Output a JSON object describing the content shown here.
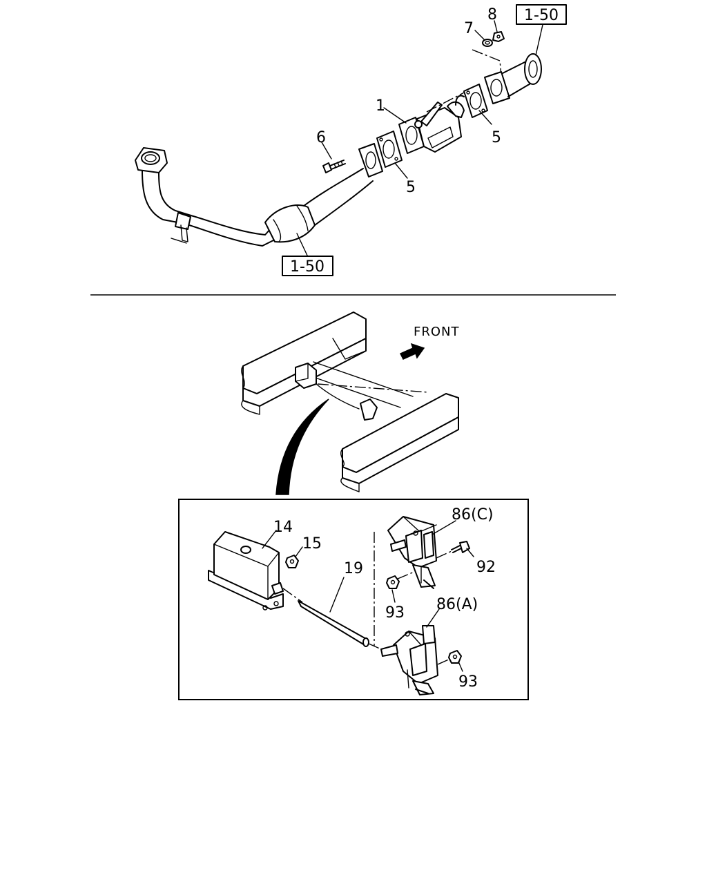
{
  "top_diagram": {
    "ref_box_upper": "1-50",
    "ref_box_lower": "1-50",
    "labels": {
      "part_1": "1",
      "part_5a": "5",
      "part_5b": "5",
      "part_6": "6",
      "part_7": "7",
      "part_8": "8"
    }
  },
  "bottom_diagram": {
    "direction_label": "FRONT",
    "labels": {
      "part_14": "14",
      "part_15": "15",
      "part_19": "19",
      "part_86c": "86(C)",
      "part_86a": "86(A)",
      "part_92": "92",
      "part_93a": "93",
      "part_93b": "93"
    }
  }
}
